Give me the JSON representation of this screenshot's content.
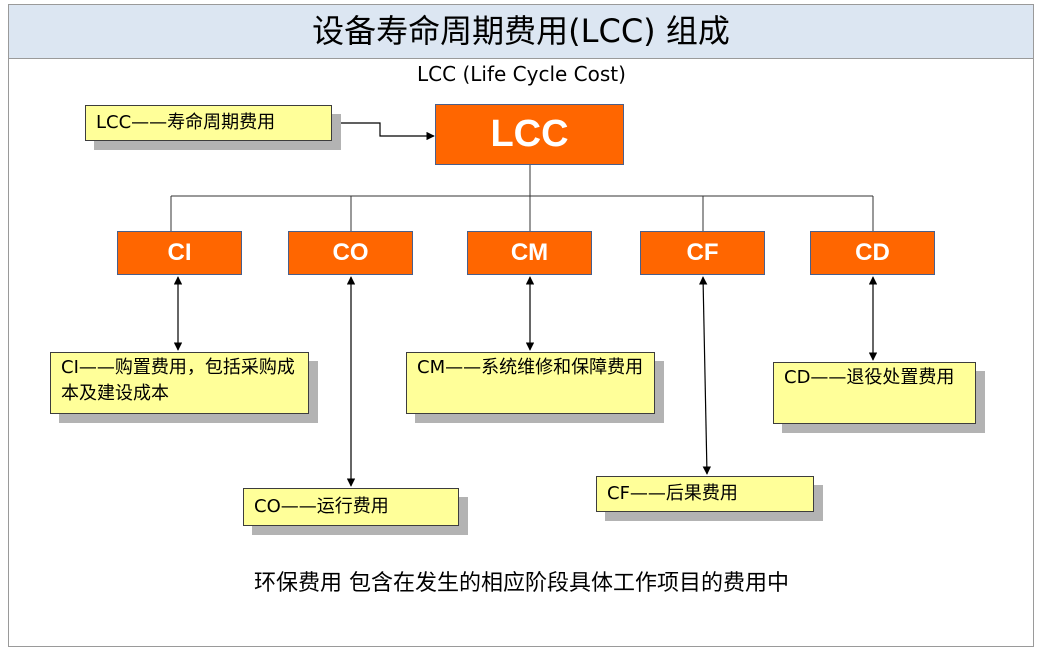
{
  "title": "设备寿命周期费用(LCC)  组成",
  "subtitle": "LCC (Life Cycle Cost)",
  "root": {
    "label": "LCC",
    "note": "LCC——寿命周期费用"
  },
  "categories": [
    {
      "code": "CI",
      "description": "CI——购置费用，包括采购成本及建设成本"
    },
    {
      "code": "CO",
      "description": "CO——运行费用"
    },
    {
      "code": "CM",
      "description": "CM——系统维修和保障费用"
    },
    {
      "code": "CF",
      "description": "CF——后果费用"
    },
    {
      "code": "CD",
      "description": "CD——退役处置费用"
    }
  ],
  "footer_note": "环保费用 包含在发生的相应阶段具体工作项目的费用中",
  "colors": {
    "node_fill": "#ff6600",
    "note_fill": "#ffff99",
    "header_fill": "#dce6f2"
  }
}
